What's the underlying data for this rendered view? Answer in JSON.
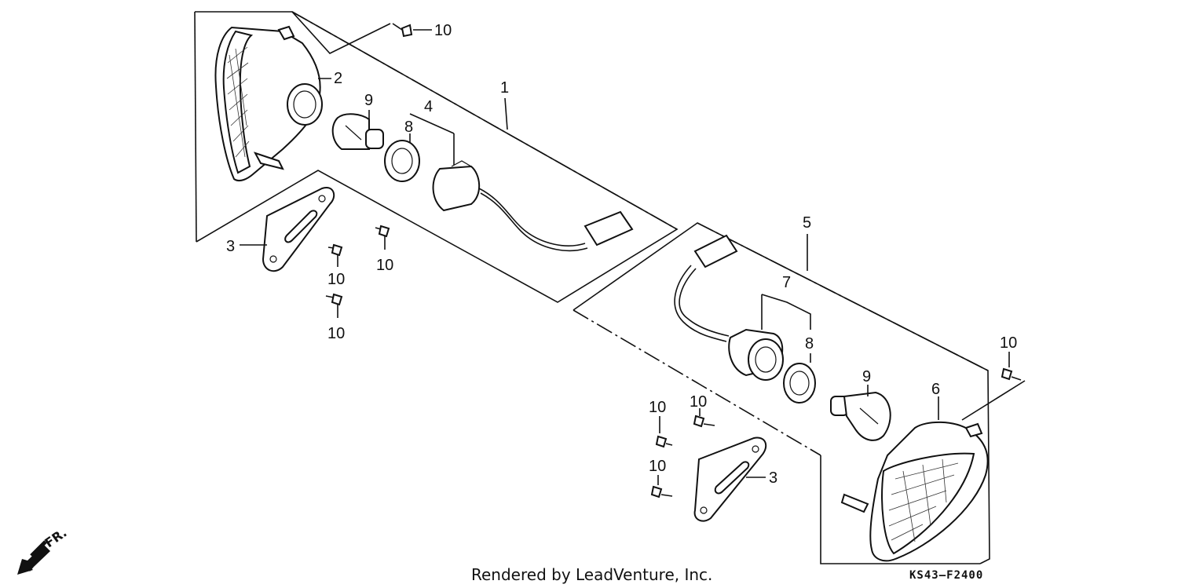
{
  "callouts": {
    "c1": "1",
    "c2": "2",
    "c3_left": "3",
    "c4": "4",
    "c5": "5",
    "c6": "6",
    "c7": "7",
    "c8_left": "8",
    "c8_right": "8",
    "c9_left": "9",
    "c9_right": "9",
    "c3_right": "3",
    "c10_top": "10",
    "c10_a": "10",
    "c10_b": "10",
    "c10_c": "10",
    "c10_d": "10",
    "c10_e": "10",
    "c10_f": "10",
    "c10_g": "10"
  },
  "front_indicator": "FR.",
  "footer_credit": "Rendered by LeadVenture, Inc.",
  "diagram_code": "KS43—F2400"
}
